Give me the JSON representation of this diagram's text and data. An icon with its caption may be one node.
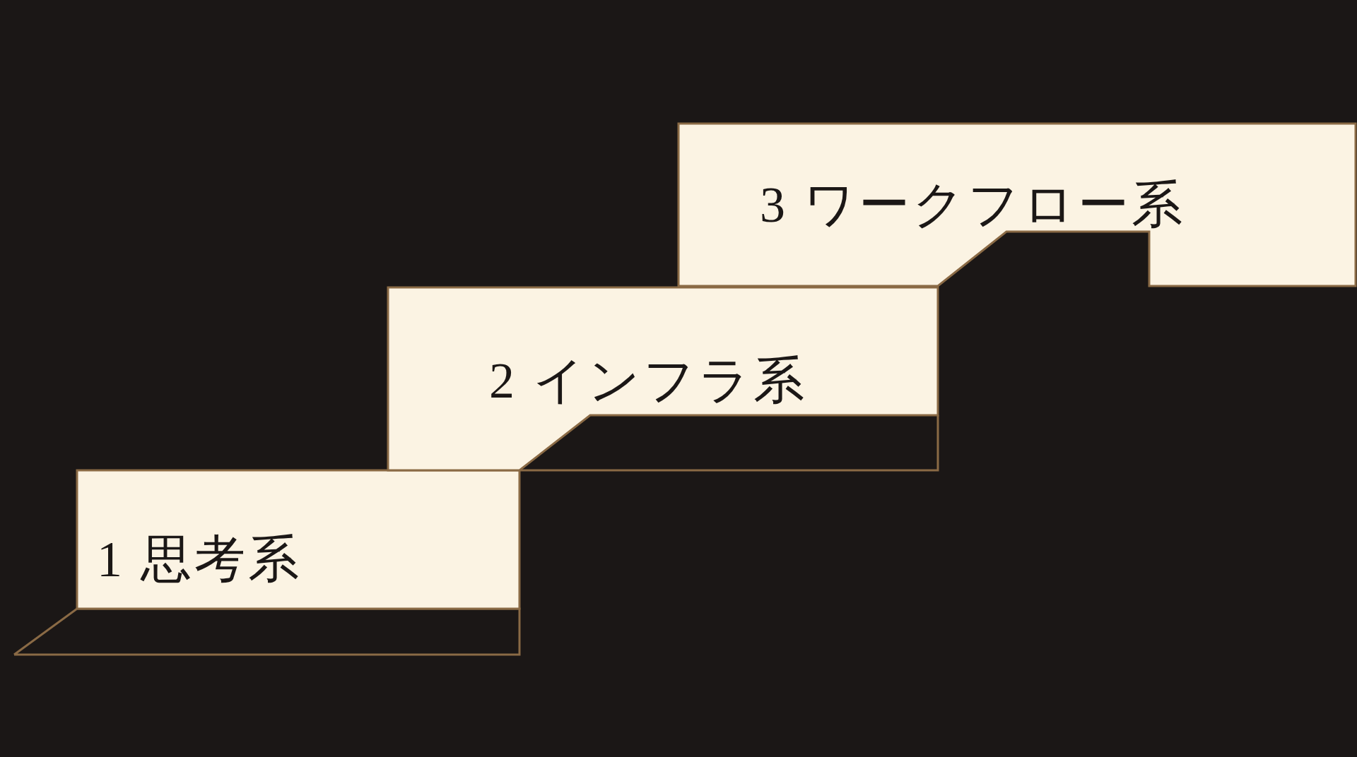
{
  "diagram": {
    "nodes": [
      {
        "text": [
          "1 思考系"
        ]
      },
      {
        "text": [
          "2 インフラ系"
        ]
      },
      {
        "text": [
          "3 ワークフロー系"
        ]
      }
    ]
  }
}
